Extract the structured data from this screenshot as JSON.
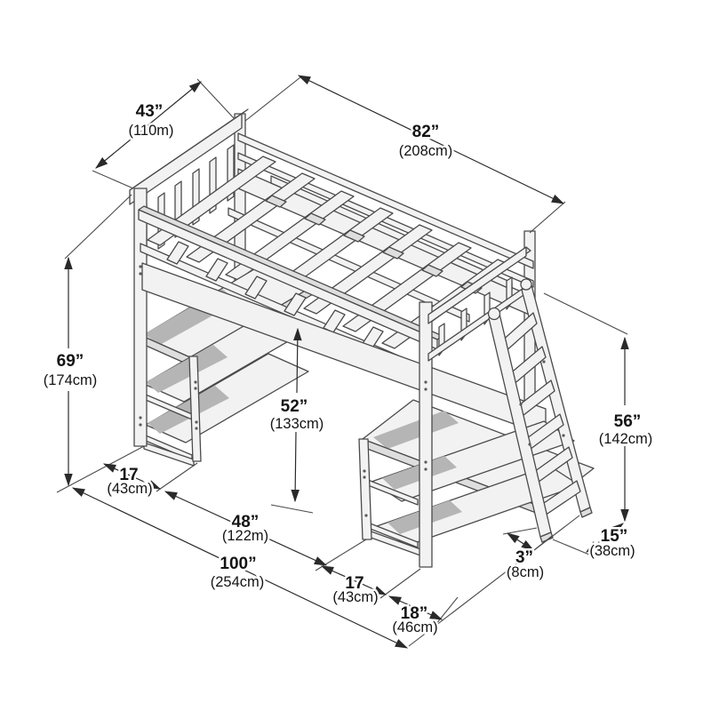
{
  "title": "Loft bed with desks and ladder dimension diagram",
  "colors": {
    "background": "#ffffff",
    "outline": "#4a4a4a",
    "wood_light": "#f2f2f2",
    "wood_mid": "#dedede",
    "wood_dark": "#c6c6c6",
    "shadow": "#b5b5b5",
    "dimension_line": "#2a2a2a",
    "text": "#141414"
  },
  "dims": {
    "bed_width": {
      "in": "43”",
      "cm": "(110m)"
    },
    "bed_length": {
      "in": "82”",
      "cm": "(208cm)"
    },
    "overall_height": {
      "in": "69”",
      "cm": "(174cm)"
    },
    "under_clearance": {
      "in": "52”",
      "cm": "(133cm)"
    },
    "left_desk_depth": {
      "in": "17",
      "cm": "(43cm)"
    },
    "desk_span": {
      "in": "48”",
      "cm": "(122m)"
    },
    "overall_length": {
      "in": "100”",
      "cm": "(254cm)"
    },
    "ladder_height": {
      "in": "56”",
      "cm": "(142cm)"
    },
    "right_desk_depth": {
      "in": "17",
      "cm": "(43cm)"
    },
    "shelf_depth": {
      "in": "18”",
      "cm": "(46cm)"
    },
    "ladder_foot_depth": {
      "in": "3”",
      "cm": "(8cm)"
    },
    "ladder_floor_offset": {
      "in": "15”",
      "cm": "(38cm)"
    }
  }
}
